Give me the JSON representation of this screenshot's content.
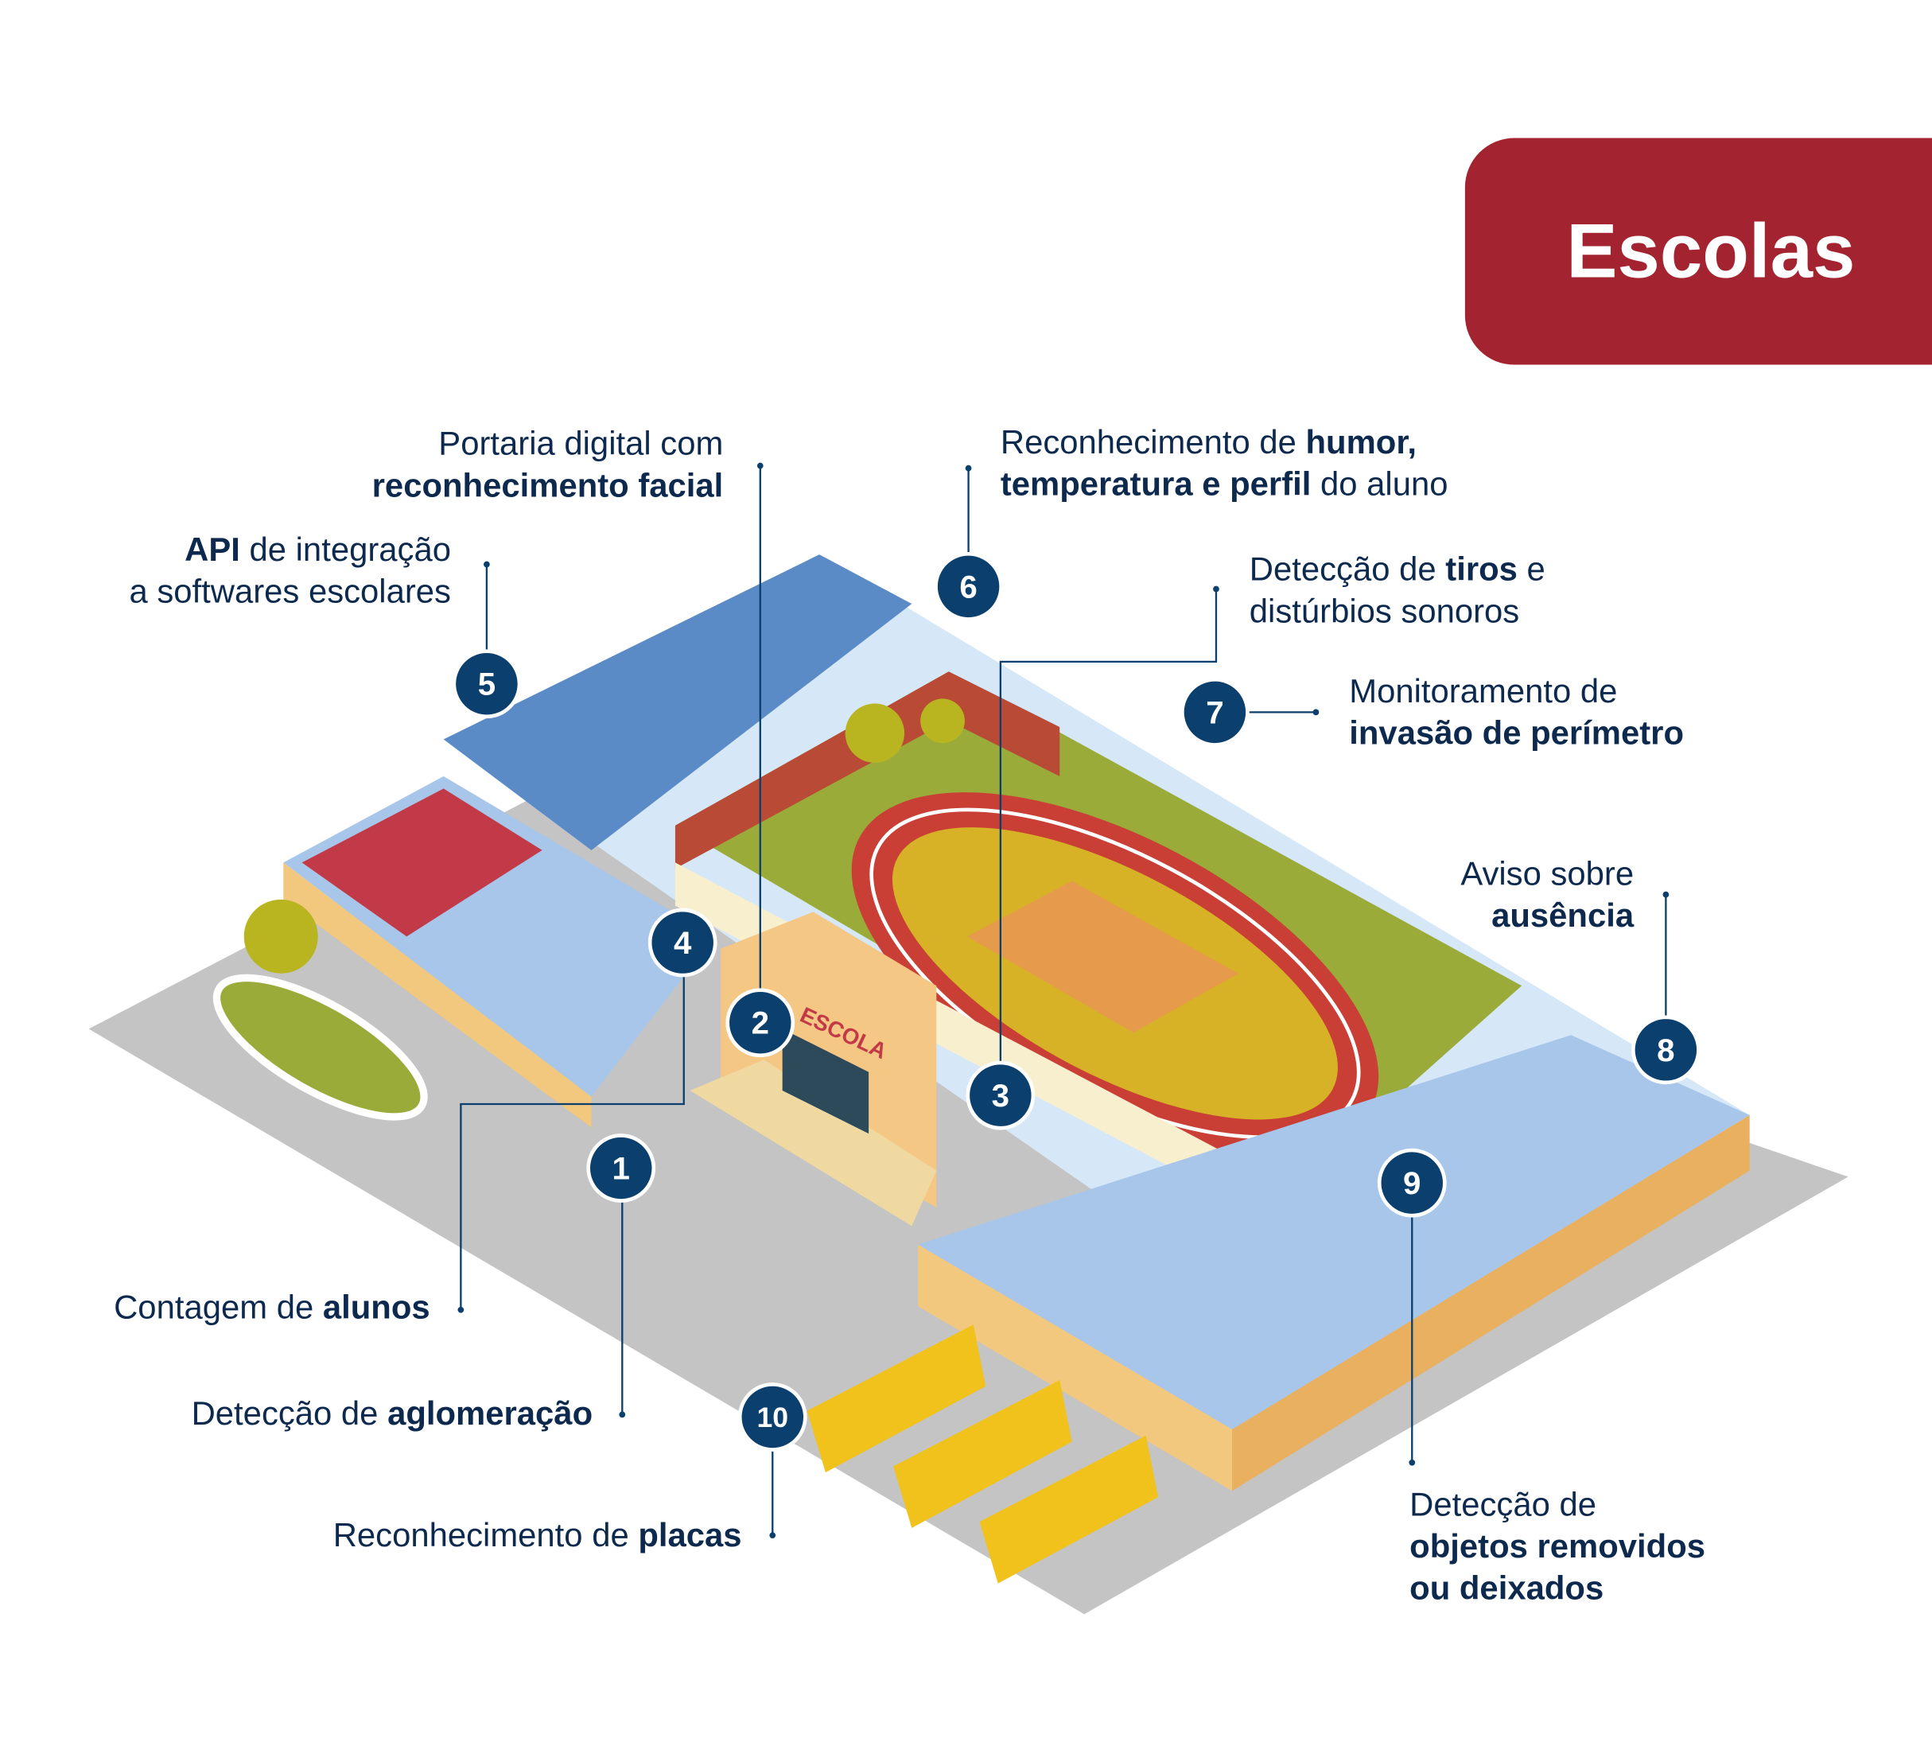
{
  "title": "Escolas",
  "sign_text": "ESCOLA",
  "colors": {
    "accent": "#a32430",
    "text": "#0d2a4e",
    "marker": "#0b3f6e"
  },
  "markers": [
    "1",
    "2",
    "3",
    "4",
    "5",
    "6",
    "7",
    "8",
    "9",
    "10"
  ],
  "labels": {
    "portaria": {
      "l1": "Portaria digital com",
      "l2_bold": "reconhecimento facial"
    },
    "api": {
      "l1_bold": "API",
      "l1": " de integração",
      "l2": "a softwares escolares"
    },
    "humor": {
      "l1": "Reconhecimento de ",
      "l1_bold": "humor,",
      "l2_bold": "temperatura e perfil",
      "l2": " do aluno"
    },
    "tiros": {
      "l1": "Detecção de ",
      "l1_bold": "tiros",
      "l1_end": " e",
      "l2": "distúrbios sonoros"
    },
    "perimetro": {
      "l1": "Monitoramento de",
      "l2_bold": "invasão de perímetro"
    },
    "ausencia": {
      "l1": "Aviso sobre",
      "l2_bold": "ausência"
    },
    "contagem": {
      "l1": "Contagem de ",
      "l1_bold": "alunos"
    },
    "aglomeracao": {
      "l1": "Detecção de ",
      "l1_bold": "aglomeração"
    },
    "placas": {
      "l1": "Reconhecimento de ",
      "l1_bold": "placas"
    },
    "objetos": {
      "l1": "Detecção de",
      "l2_bold": "objetos removidos",
      "l3_bold": "ou deixados"
    }
  }
}
